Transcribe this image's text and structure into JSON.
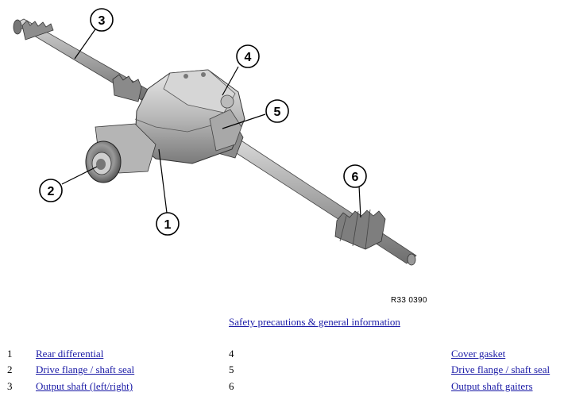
{
  "callouts": [
    "1",
    "2",
    "3",
    "4",
    "5",
    "6"
  ],
  "figure_code": "R33 0390",
  "safety_link": "Safety precautions & general information",
  "legend": [
    {
      "n1": "1",
      "label1": "Rear differential",
      "n2": "4",
      "label2": "Cover gasket"
    },
    {
      "n1": "2",
      "label1": "Drive flange / shaft seal",
      "n2": "5",
      "label2": "Drive flange / shaft seal"
    },
    {
      "n1": "3",
      "label1": "Output shaft (left/right)",
      "n2": "6",
      "label2": "Output shaft gaiters"
    }
  ]
}
